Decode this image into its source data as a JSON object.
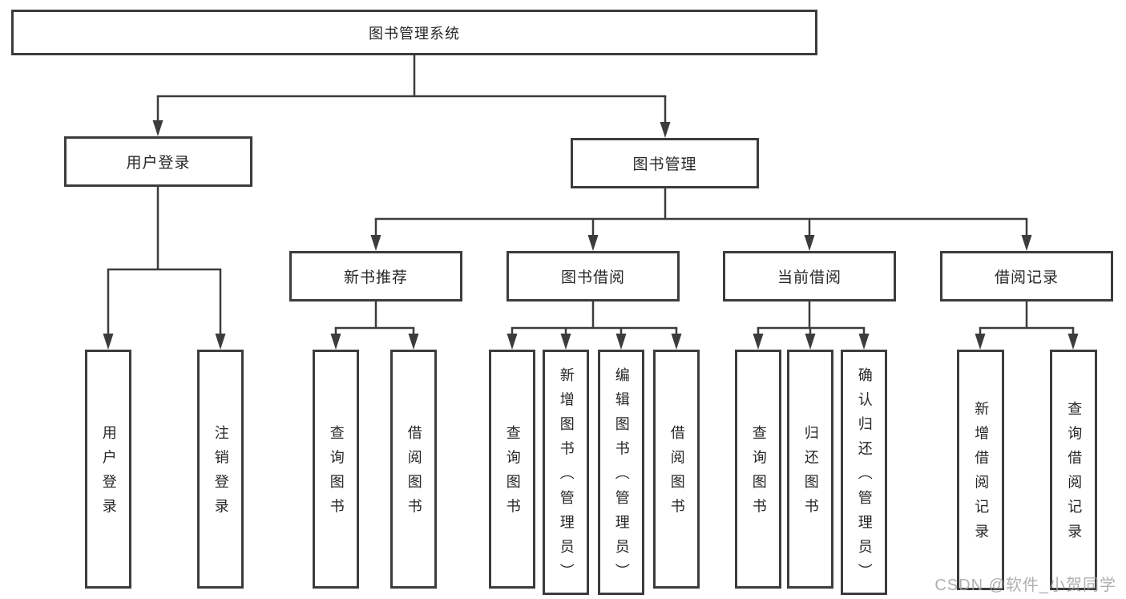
{
  "diagram_title": "图书管理系统",
  "tree": {
    "label": "图书管理系统",
    "children": [
      {
        "label": "用户登录",
        "children": [
          {
            "label": "用户登录"
          },
          {
            "label": "注销登录"
          }
        ]
      },
      {
        "label": "图书管理",
        "children": [
          {
            "label": "新书推荐",
            "children": [
              {
                "label": "查询图书"
              },
              {
                "label": "借阅图书"
              }
            ]
          },
          {
            "label": "图书借阅",
            "children": [
              {
                "label": "查询图书"
              },
              {
                "label": "新增图书（管理员）"
              },
              {
                "label": "编辑图书（管理员）"
              },
              {
                "label": "借阅图书"
              }
            ]
          },
          {
            "label": "当前借阅",
            "children": [
              {
                "label": "查询图书"
              },
              {
                "label": "归还图书"
              },
              {
                "label": "确认归还（管理员）"
              }
            ]
          },
          {
            "label": "借阅记录",
            "children": [
              {
                "label": "新增借阅记录"
              },
              {
                "label": "查询借阅记录"
              }
            ]
          }
        ]
      }
    ]
  },
  "watermark": "CSDN @软件_小贺同学",
  "colors": {
    "line": "#3c3c3c",
    "text": "#262626",
    "background": "#ffffff",
    "watermark": "#a3a3a3"
  }
}
